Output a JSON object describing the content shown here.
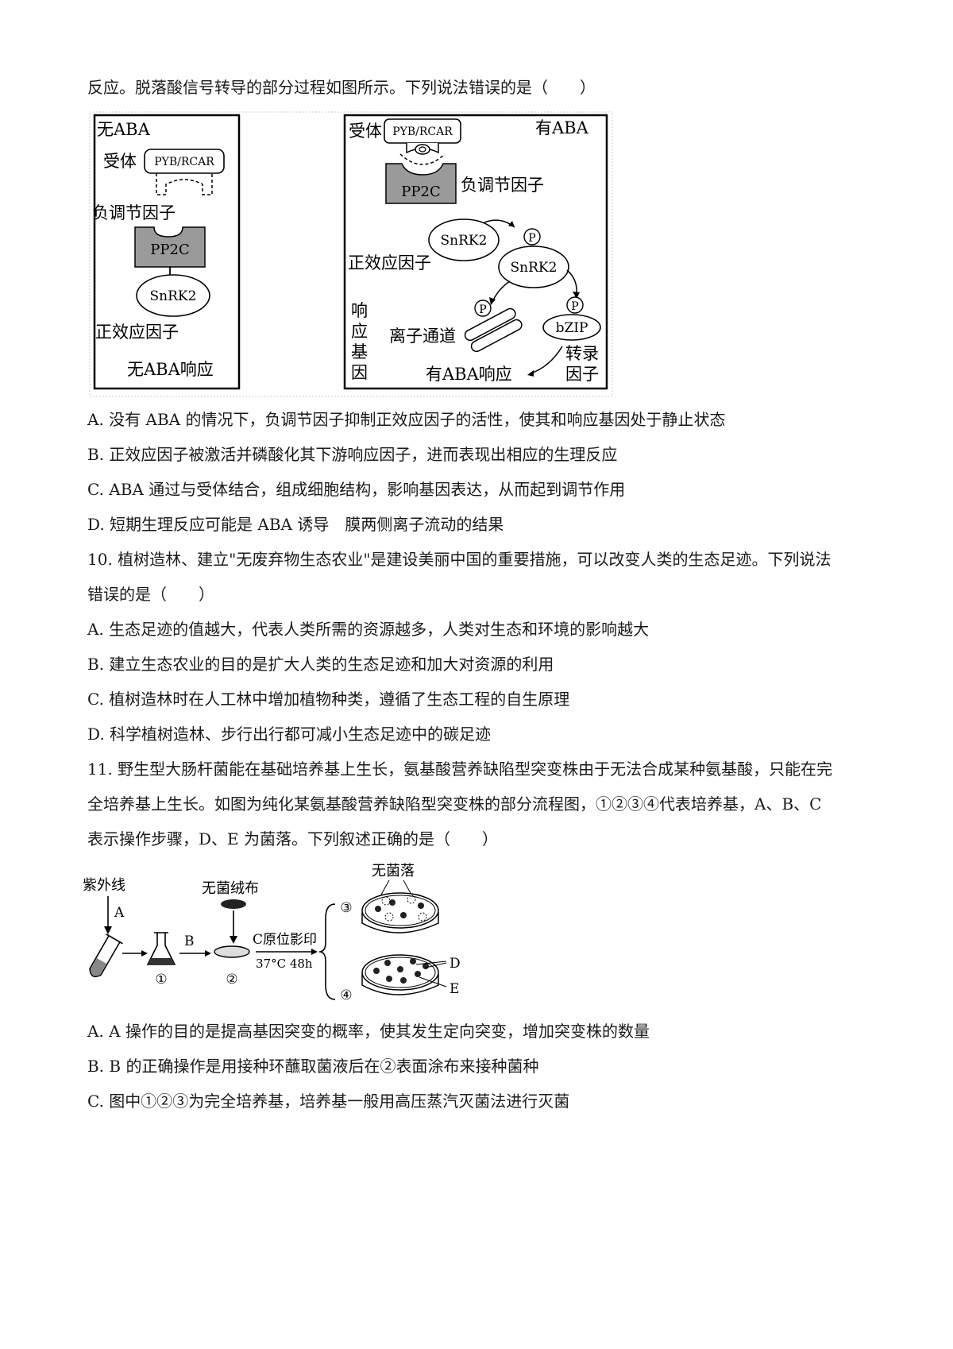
{
  "q9": {
    "intro": "反应。脱落酸信号转导的部分过程如图所示。下列说法错误的是（　　）",
    "figure": {
      "left_panel": {
        "title": "无ABA",
        "receptor_label": "受体",
        "receptor_name": "PYB/RCAR",
        "neg_factor_label": "负调节因子",
        "pp2c": "PP2C",
        "snrk2": "SnRK2",
        "pos_factor_label": "正效应因子",
        "bottom_label": "无ABA响应"
      },
      "right_panel": {
        "title": "有ABA",
        "receptor_label": "受体",
        "receptor_name": "PYB/RCAR",
        "pp2c": "PP2C",
        "neg_factor_label": "负调节因子",
        "snrk2_a": "SnRK2",
        "snrk2_b": "SnRK2",
        "phospho": "P",
        "pos_factor_label": "正效应因子",
        "response_gene_chars": [
          "响",
          "应",
          "基",
          "因"
        ],
        "ion_channel_label": "离子通道",
        "bzip": "bZIP",
        "tf_line1": "转录",
        "tf_line2": "因子",
        "bottom_label": "有ABA响应"
      }
    },
    "options": [
      "A. 没有 ABA 的情况下，负调节因子抑制正效应因子的活性，使其和响应基因处于静止状态",
      "B. 正效应因子被激活并磷酸化其下游响应因子，进而表现出相应的生理反应",
      "C. ABA 通过与受体结合，组成细胞结构，影响基因表达，从而起到调节作用",
      "D. 短期生理反应可能是 ABA 诱导　膜两侧离子流动的结果"
    ]
  },
  "q10": {
    "stem_line1": "10. 植树造林、建立\"无废弃物生态农业\"是建设美丽中国的重要措施，可以改变人类的生态足迹。下列说法",
    "stem_line2": "错误的是（　　）",
    "options": [
      "A. 生态足迹的值越大，代表人类所需的资源越多，人类对生态和环境的影响越大",
      "B. 建立生态农业的目的是扩大人类的生态足迹和加大对资源的利用",
      "C. 植树造林时在人工林中增加植物种类，遵循了生态工程的自生原理",
      "D. 科学植树造林、步行出行都可减小生态足迹中的碳足迹"
    ]
  },
  "q11": {
    "stem_line1": "11. 野生型大肠杆菌能在基础培养基上生长，氨基酸营养缺陷型突变株由于无法合成某种氨基酸，只能在完",
    "stem_line2": "全培养基上生长。如图为纯化某氨基酸营养缺陷型突变株的部分流程图，①②③④代表培养基，A、B、C",
    "stem_line3": "表示操作步骤，D、E 为菌落。下列叙述正确的是（　　）",
    "figure": {
      "uv_label": "紫外线",
      "step_a": "A",
      "step_b": "B",
      "sterile_velvet": "无菌绒布",
      "replica_label": "C原位影印",
      "condition": "37°C 48h",
      "no_colony": "无菌落",
      "medium_1": "①",
      "medium_2": "②",
      "medium_3": "③",
      "medium_4": "④",
      "colony_d": "D",
      "colony_e": "E"
    },
    "options": [
      "A. A 操作的目的是提高基因突变的概率，使其发生定向突变，增加突变株的数量",
      "B. B 的正确操作是用接种环蘸取菌液后在②表面涂布来接种菌种",
      "C. 图中①②③为完全培养基，培养基一般用高压蒸汽灭菌法进行灭菌"
    ]
  },
  "colors": {
    "text": "#1a1a1a",
    "pp2c_fill": "#9a9a9a",
    "colony_fill": "#1a1a1a",
    "frame_border": "#cccccc"
  }
}
